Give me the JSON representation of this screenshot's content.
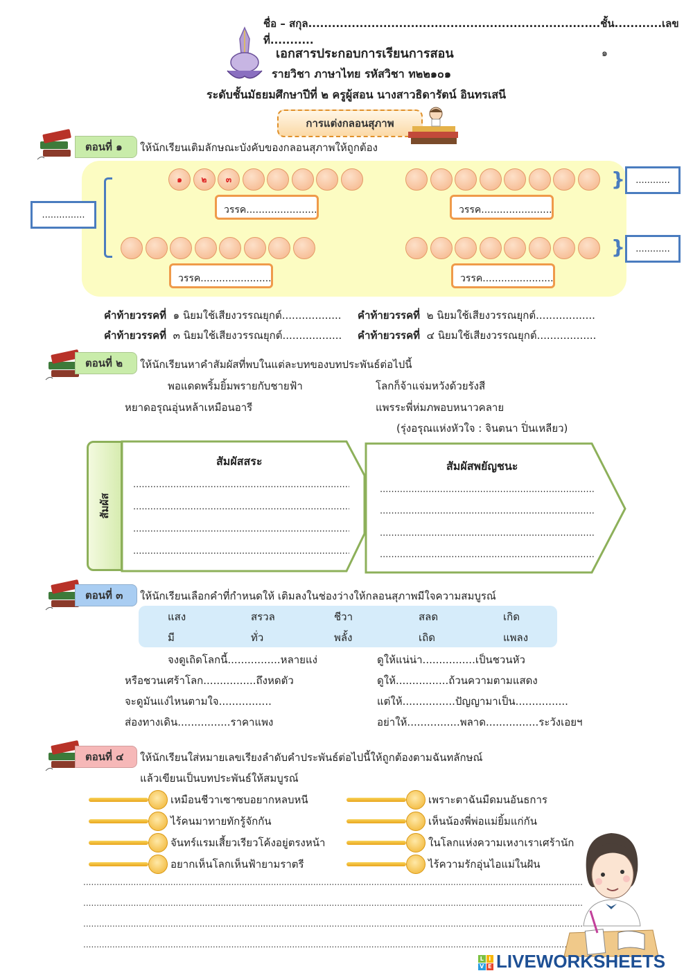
{
  "header": {
    "name_line": "ชื่อ – สกุล..........................................................................ชั้น............เลขที่...........",
    "title": "เอกสารประกอบการเรียนการสอน",
    "subject": "รายวิชา ภาษาไทย รหัสวิชา ท๒๒๑๐๑",
    "level_teacher": "ระดับชั้นมัธยมศึกษาปีที่ ๒ ครูผู้สอน นางสาวธิดารัตน์  อินทรเสนี",
    "page_number": "๑",
    "banner": "การแต่งกลอนสุภาพ"
  },
  "section1": {
    "tag": "ตอนที่  ๑",
    "tag_color": "#c9ecaa",
    "instruction": "ให้นักเรียนเติมลักษณะบังคับของกลอนสุภาพให้ถูกต้อง",
    "numbered_circles": [
      "๑",
      "๒",
      "๓"
    ],
    "circles_per_wak": 8,
    "wak_label": "วรรค.........................",
    "left_box": "...............",
    "right_box_top": "............",
    "right_box_bottom": "............",
    "ending_rules": [
      {
        "label": "คำท้ายวรรคที่",
        "text": "๑ นิยมใช้เสียงวรรณยุกต์.................."
      },
      {
        "label": "คำท้ายวรรคที่",
        "text": "๒ นิยมใช้เสียงวรรณยุกต์.................."
      },
      {
        "label": "คำท้ายวรรคที่",
        "text": "๓ นิยมใช้เสียงวรรณยุกต์.................."
      },
      {
        "label": "คำท้ายวรรคที่",
        "text": "๔ นิยมใช้เสียงวรรณยุกต์.................."
      }
    ]
  },
  "section2": {
    "tag": "ตอนที่  ๒",
    "tag_color": "#c9ecaa",
    "instruction": "ให้นักเรียนหาคำสัมผัสที่พบในแต่ละบทของบทประพันธ์ต่อไปนี้",
    "poem": [
      "พอแดดพริ้มยิ้มพรายกับชายฟ้า",
      "โลกก็จ้าแจ่มหวังด้วยรังสี",
      "หยาดอรุณอุ่นหล้าเหมือนอารี",
      "แพรระพี่ห่มภพอบหนาวคลาย"
    ],
    "credit": "(รุ่งอรุณแห่งหัวใจ : จินตนา ปิ่นเหลียว)",
    "side_label": "สัมผัส",
    "vowel_title": "สัมผัสสระ",
    "consonant_title": "สัมผัสพยัญชนะ",
    "dots": "............................................................................................................"
  },
  "section3": {
    "tag": "ตอนที่  ๓",
    "tag_color": "#a9cdf2",
    "instruction": "ให้นักเรียนเลือกคำที่กำหนดให้  เติมลงในช่องว่างให้กลอนสุภาพมีใจความสมบูรณ์",
    "words": [
      "แสง",
      "สรวล",
      "ชีวา",
      "สลด",
      "เกิด",
      "มี",
      "ทั่ว",
      "พลั้ง",
      "เถิด",
      "แพลง"
    ],
    "poem_left": [
      "จงดูเถิดโลกนี้................หลายแง่",
      "หรือชวนเศร้าโลก................ถึงหดตัว",
      "จะดูมันแง่ไหนตามใจ................",
      "ส่องทางเดิน................ราคาแพง"
    ],
    "poem_right": [
      "ดูให้แน่น่า................เป็นชวนหัว",
      "ดูให้................ถ้วนความตามแสดง",
      "แต่ให้................ปัญญามาเป็น................",
      "อย่าให้................พลาด................ระวังเอยฯ"
    ]
  },
  "section4": {
    "tag": "ตอนที่  ๔",
    "tag_color": "#f6b8b8",
    "instruction_line1": "ให้นักเรียนใส่หมายเลขเรียงลำดับคำประพันธ์ต่อไปนี้ให้ถูกต้องตามฉันทลักษณ์",
    "instruction_line2": "แล้วเขียนเป็นบทประพันธ์ให้สมบูรณ์",
    "items_left": [
      "เหมือนชีวาเซาซบอยากหลบหนี",
      "ไร้คนมาทายทักรู้จักกัน",
      "จันทร์แรมเสี้ยวเรียวโค้งอยู่ตรงหน้า",
      "อยากเห็นโลกเห็นฟ้ายามราตรี"
    ],
    "items_right": [
      "เพราะตาฉันมืดมนอันธการ",
      "เห็นน้องพี่พ่อแม่ยิ้มแก่กัน",
      "ในโลกแห่งความเหงาเราเศร้านัก",
      "ไร้ความรักอุ่นไอแม่ในฝัน"
    ],
    "write_dots": "..............................................................................................................................................................................................................................................................."
  },
  "footer": {
    "brand": "LIVEWORKSHEETS",
    "brand_icon_letters": [
      "L",
      "I",
      "V",
      "E"
    ]
  }
}
